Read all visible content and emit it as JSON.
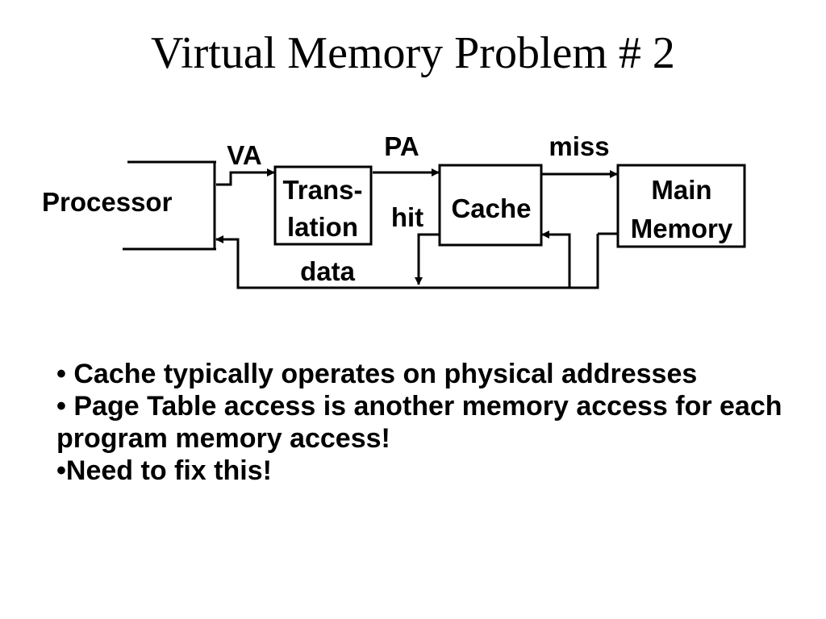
{
  "slide": {
    "title": "Virtual Memory Problem # 2"
  },
  "diagram": {
    "processor": "Processor",
    "translation_line1": "Trans-",
    "translation_line2": "lation",
    "cache": "Cache",
    "main_memory_line1": "Main",
    "main_memory_line2": "Memory",
    "va": "VA",
    "pa": "PA",
    "miss": "miss",
    "hit": "hit",
    "data": "data"
  },
  "bullets": [
    {
      "marker": "• ",
      "text": "Cache typically operates on physical addresses"
    },
    {
      "marker": "• ",
      "text": "Page Table access is another memory access for each program memory access!"
    },
    {
      "marker": "•",
      "text": "Need to fix this!"
    }
  ]
}
